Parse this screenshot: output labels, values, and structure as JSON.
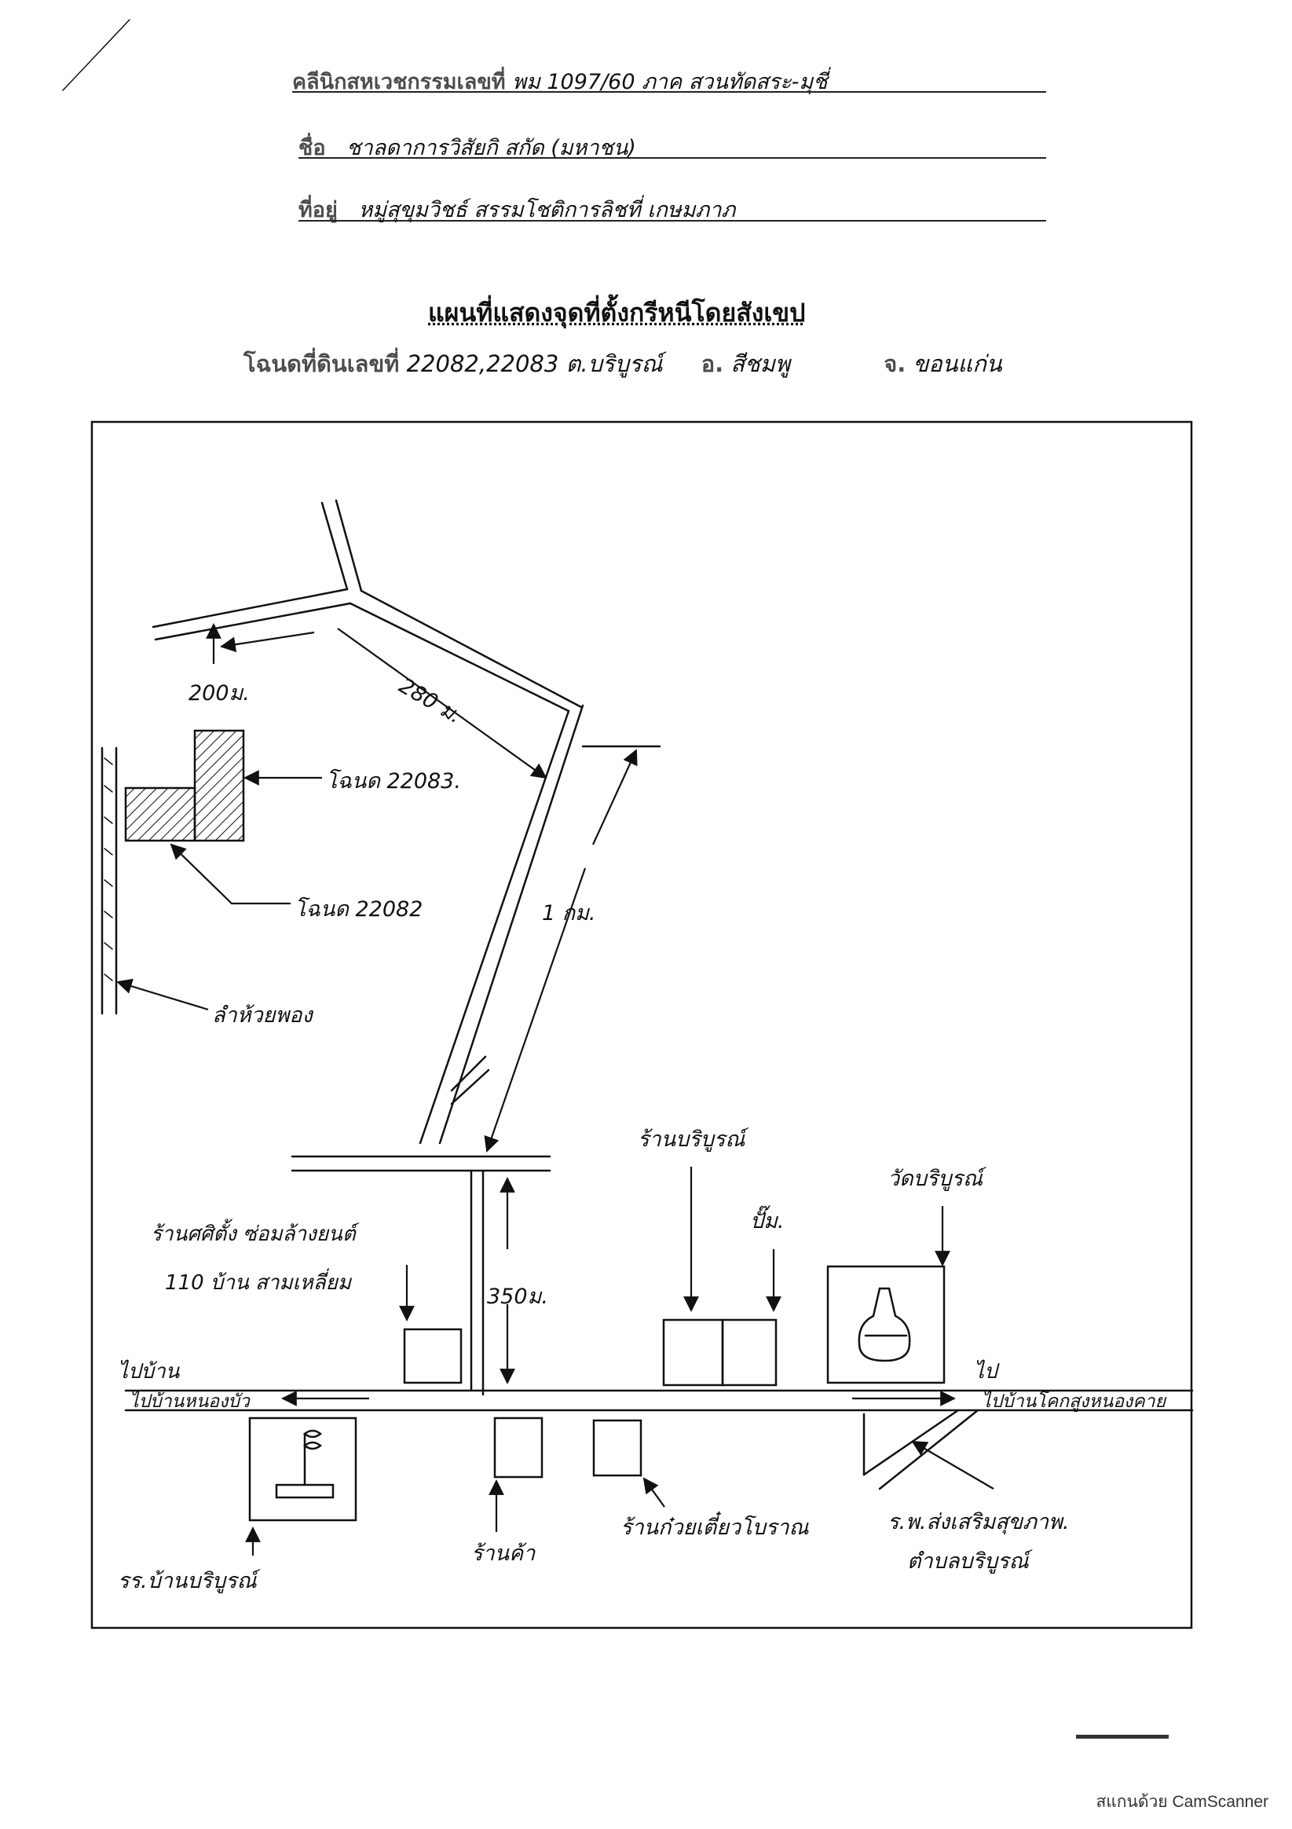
{
  "header": {
    "line1": {
      "prefix": "คลีนิกสหเวชกรรมเลขที่",
      "value": "พม 1097/60 ภาค สวนทัดสระ-มุชี่"
    },
    "line2": {
      "prefix": "ชื่อ",
      "value": "ชาลดาการวิสัยกิ สกัด (มหาชน)"
    },
    "line3": {
      "prefix": "ที่อยู่",
      "value": "หมู่สุขุมวิชธ์ สรรมโชติการลิชที่ เกษมภาภ"
    }
  },
  "title": "แผนที่แสดงจุดที่ตั้งกรีหนีโดยสังเขป",
  "subtitle": {
    "prefix": "โฉนดที่ดินเลขที่",
    "deed": "22082,22083 ต.บริบูรณ์",
    "district_prefix": "อ.",
    "district": "สีชมพู",
    "province_prefix": "จ.",
    "province": "ขอนแก่น"
  },
  "map": {
    "labels": {
      "dist_200": "200ม.",
      "dist_280": "280 ม.",
      "dist_1km": "1 กม.",
      "dist_350": "350ม.",
      "plot_22083": "โฉนด 22083.",
      "plot_22082": "โฉนด 22082",
      "canal": "ลำห้วยพอง",
      "shop_bariboon": "ร้านบริบูรณ์",
      "pump": "ปั๊ม.",
      "temple": "วัดบริบูรณ์",
      "shop_repair_1": "ร้านศศิตั้ง ซ่อมล้างยนต์",
      "shop_repair_2": "110 บ้าน สามเหลี่ยม",
      "to_left_1": "ไปบ้าน",
      "to_left_2": "ไปบ้านหนองบัว",
      "to_right_1": "ไป",
      "to_right_2": "ไปบ้านโคกสูงหนองคาย",
      "school": "รร.บ้านบริบูรณ์",
      "shop_small": "ร้านค้า",
      "shop_noodle": "ร้านก๋วยเตี๋ยวโบราณ",
      "hospital_1": "ร.พ.ส่งเสริมสุขภาพ.",
      "hospital_2": "ตำบลบริบูรณ์"
    }
  },
  "footer": {
    "scanner": "สแกนด้วย CamScanner"
  },
  "colors": {
    "ink": "#111111",
    "paper": "#ffffff"
  }
}
